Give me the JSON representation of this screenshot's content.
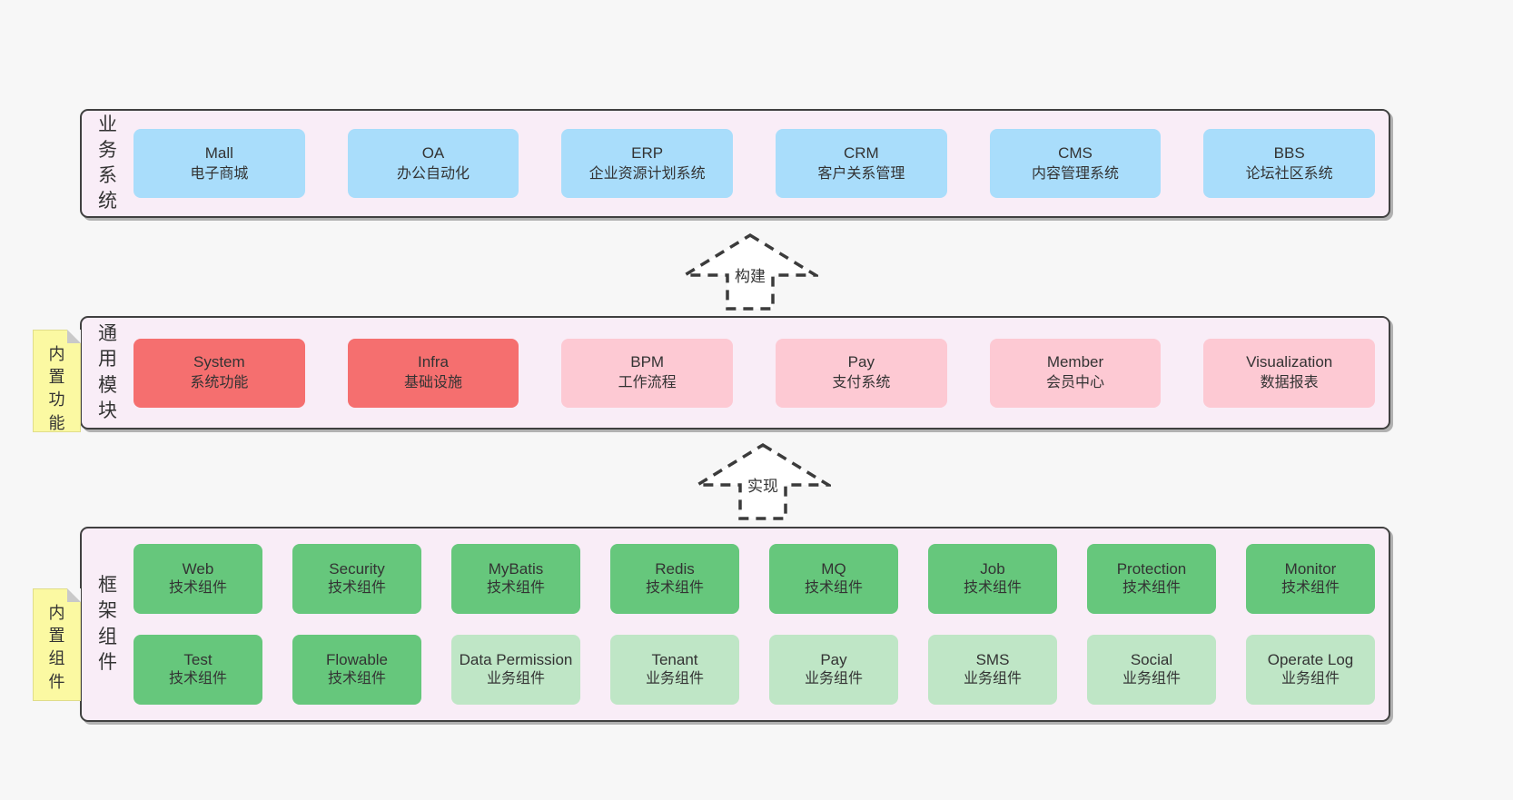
{
  "diagram": {
    "colors": {
      "page_background": "#f7f7f7",
      "container_background": "#f9edf7",
      "container_border": "#404040",
      "business_box": "#a9ddfb",
      "core_module_box": "#f56f6f",
      "extension_module_box": "#fdc9d3",
      "tech_component_box": "#66c77c",
      "biz_component_box": "#bfe6c6",
      "note_background": "#fbf9a2",
      "note_fold": "#c9c9c9",
      "text": "#333333",
      "arrow_stroke": "#3b3b3b"
    },
    "layers": [
      {
        "label": "业务系统",
        "boxes": [
          {
            "name": "Mall",
            "desc": "电子商城"
          },
          {
            "name": "OA",
            "desc": "办公自动化"
          },
          {
            "name": "ERP",
            "desc": "企业资源计划系统"
          },
          {
            "name": "CRM",
            "desc": "客户关系管理"
          },
          {
            "name": "CMS",
            "desc": "内容管理系统"
          },
          {
            "name": "BBS",
            "desc": "论坛社区系统"
          }
        ]
      },
      {
        "label": "通用模块",
        "note": "内置功能",
        "boxes": [
          {
            "name": "System",
            "desc": "系统功能"
          },
          {
            "name": "Infra",
            "desc": "基础设施"
          },
          {
            "name": "BPM",
            "desc": "工作流程"
          },
          {
            "name": "Pay",
            "desc": "支付系统"
          },
          {
            "name": "Member",
            "desc": "会员中心"
          },
          {
            "name": "Visualization",
            "desc": "数据报表"
          }
        ]
      },
      {
        "label": "框架组件",
        "note": "内置组件",
        "row1": [
          {
            "name": "Web",
            "desc": "技术组件"
          },
          {
            "name": "Security",
            "desc": "技术组件"
          },
          {
            "name": "MyBatis",
            "desc": "技术组件"
          },
          {
            "name": "Redis",
            "desc": "技术组件"
          },
          {
            "name": "MQ",
            "desc": "技术组件"
          },
          {
            "name": "Job",
            "desc": "技术组件"
          },
          {
            "name": "Protection",
            "desc": "技术组件"
          },
          {
            "name": "Monitor",
            "desc": "技术组件"
          }
        ],
        "row2": [
          {
            "name": "Test",
            "desc": "技术组件"
          },
          {
            "name": "Flowable",
            "desc": "技术组件"
          },
          {
            "name": "Data Permission",
            "desc": "业务组件"
          },
          {
            "name": "Tenant",
            "desc": "业务组件"
          },
          {
            "name": "Pay",
            "desc": "业务组件"
          },
          {
            "name": "SMS",
            "desc": "业务组件"
          },
          {
            "name": "Social",
            "desc": "业务组件"
          },
          {
            "name": "Operate Log",
            "desc": "业务组件"
          }
        ]
      }
    ],
    "arrows": [
      {
        "label": "构建"
      },
      {
        "label": "实现"
      }
    ]
  }
}
